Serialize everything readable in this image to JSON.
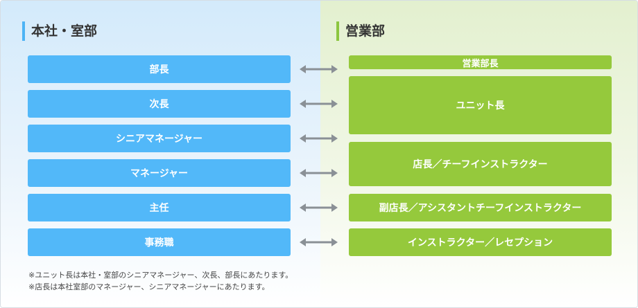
{
  "left_section": {
    "title": "本社・室部",
    "roles": [
      "部長",
      "次長",
      "シニアマネージャー",
      "マネージャー",
      "主任",
      "事務職"
    ]
  },
  "right_section": {
    "title": "営業部",
    "roles": [
      "営業部長",
      "ユニット長",
      "店長／チーフインストラクター",
      "副店長／アシスタントチーフインストラクター",
      "インストラクター／レセプション"
    ]
  },
  "notes": [
    "※ユニット長は本社・室部のシニアマネージャー、次長、部長にあたります。",
    "※店長は本社室部のマネージャー、シニアマネージャーにあたります。"
  ],
  "colors": {
    "blue_accent": "#52b8f9",
    "green_accent": "#95c93c",
    "arrow": "#8a9096"
  }
}
